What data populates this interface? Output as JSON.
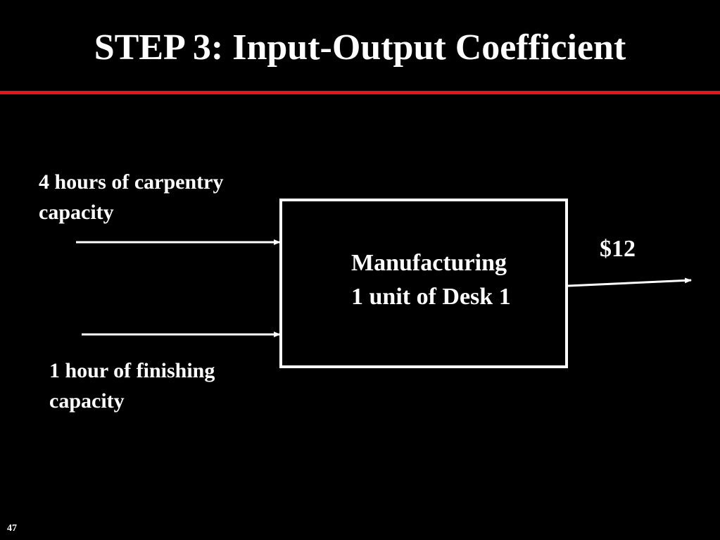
{
  "slide": {
    "title": "STEP 3: Input-Output Coefficient",
    "page_number": "47"
  },
  "diagram": {
    "inputs": [
      {
        "line1": "4 hours of carpentry",
        "line2": "capacity"
      },
      {
        "line1": "1 hour of finishing",
        "line2": "capacity"
      }
    ],
    "process": {
      "line1": "Manufacturing",
      "line2": "1 unit of Desk 1"
    },
    "output": {
      "label": "$12"
    }
  },
  "colors": {
    "background": "#000000",
    "text": "#ffffff",
    "accent_rule": "#e8141c"
  }
}
